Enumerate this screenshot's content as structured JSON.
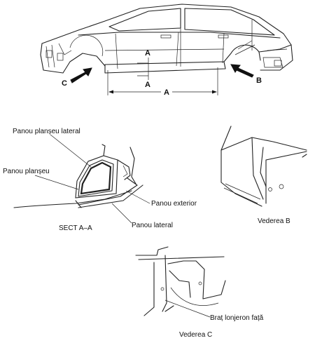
{
  "main_view": {
    "label_a_top": "A",
    "label_a_bottom": "A",
    "label_c": "C",
    "label_b": "B",
    "dim_a": "A"
  },
  "section": {
    "label_floor_side": "Panou planșeu lateral",
    "label_floor": "Panou planșeu",
    "label_outer": "Panou exterior",
    "label_side": "Panou lateral",
    "caption": "SECT A–A"
  },
  "view_b": {
    "caption": "Vederea B"
  },
  "view_c": {
    "label_bracket": "Braț lonjeron față",
    "caption": "Vederea C"
  }
}
